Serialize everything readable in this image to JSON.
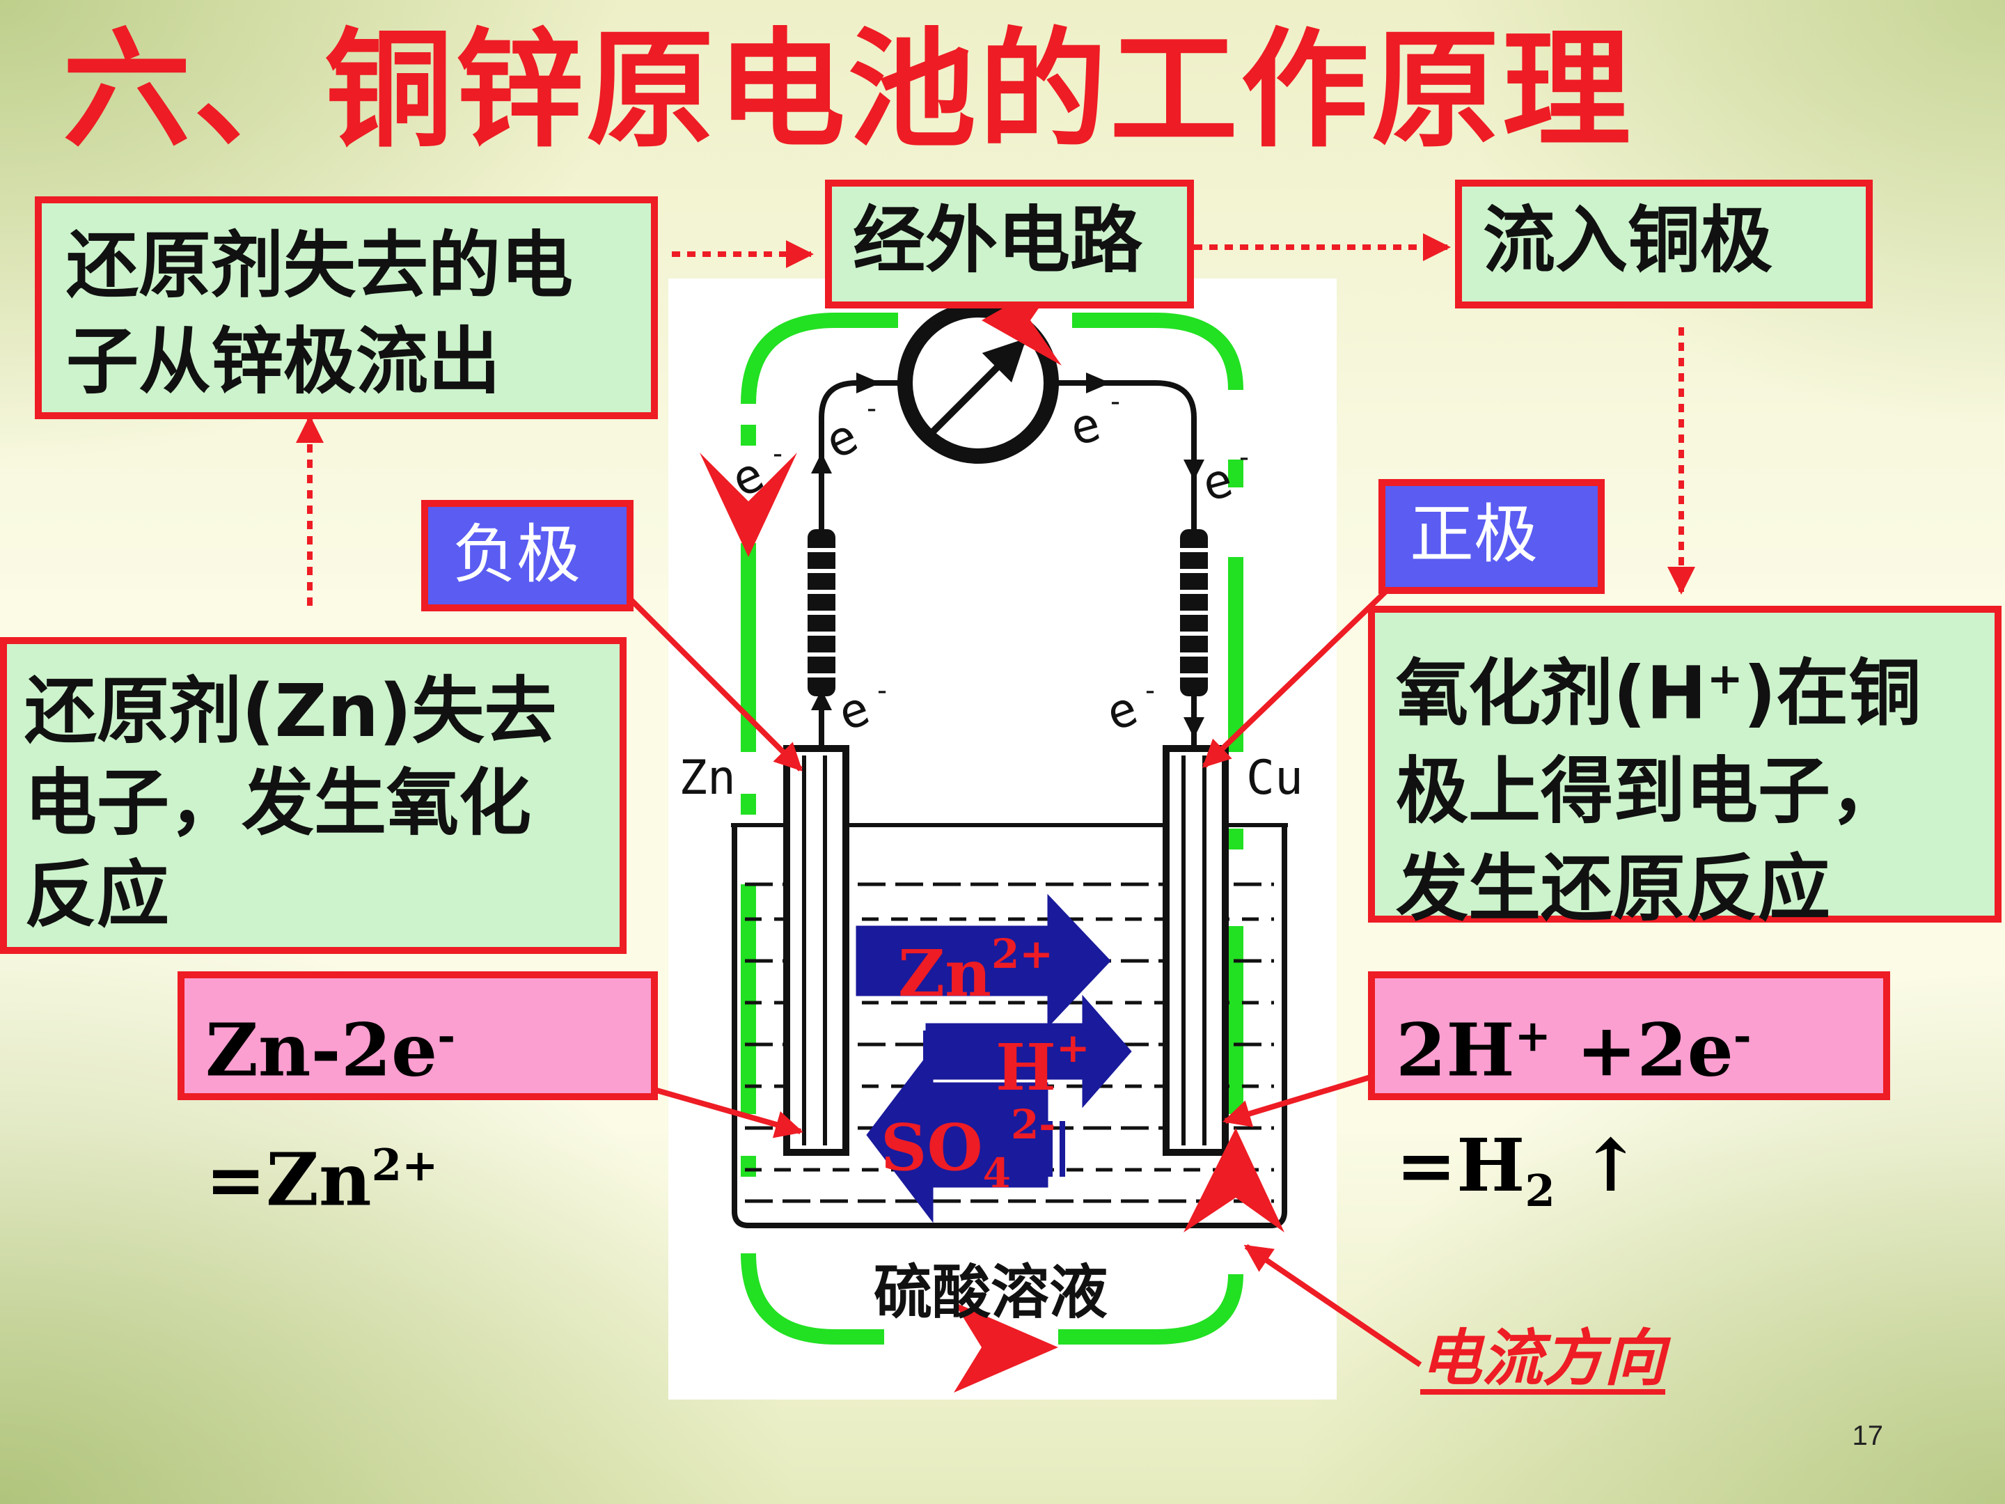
{
  "title": "六、铜锌原电池的工作原理",
  "boxes": {
    "reductant_loses": {
      "line1": "还原剂失去的电",
      "line2": "子从锌极流出"
    },
    "external_circuit": "经外电路",
    "flow_into_copper": "流入铜极",
    "negative": "负极",
    "positive": "正极",
    "reductant_oxidation": {
      "line1": "还原剂(Zn)失去",
      "line2": "电子，发生氧化",
      "line3": "反应"
    },
    "oxidant_reduction": {
      "line1_a": "氧化剂(H",
      "line1_b": ")在铜",
      "line2": "极上得到电子，",
      "line3": "发生还原反应"
    },
    "anode_eq": {
      "a": "Zn-2e",
      "b": "=Zn",
      "sup": "2+"
    },
    "cathode_eq": {
      "a": "2H",
      "b": " +2e",
      "c": "=H",
      "sub": "2",
      "tail": " ↑"
    }
  },
  "diagram": {
    "zn_label": "Zn",
    "cu_label": "Cu",
    "electron": "e",
    "electron_charge": "-",
    "solution_label": "硫酸溶液",
    "ion_zn": {
      "base": "Zn",
      "sup": "2+"
    },
    "ion_h": {
      "base": "H",
      "sup": "+"
    },
    "ion_so4": {
      "base": "SO",
      "sub": "4",
      "sup": "2-"
    }
  },
  "current_direction": "电流方向",
  "page_number": "17",
  "colors": {
    "red": "#ee1c24",
    "green_border": "#22e022",
    "box_green": "#ccf3cc",
    "box_pink": "#fb9ed0",
    "box_blue": "#5a5cf2",
    "ion_arrow": "#1a1a9c"
  }
}
